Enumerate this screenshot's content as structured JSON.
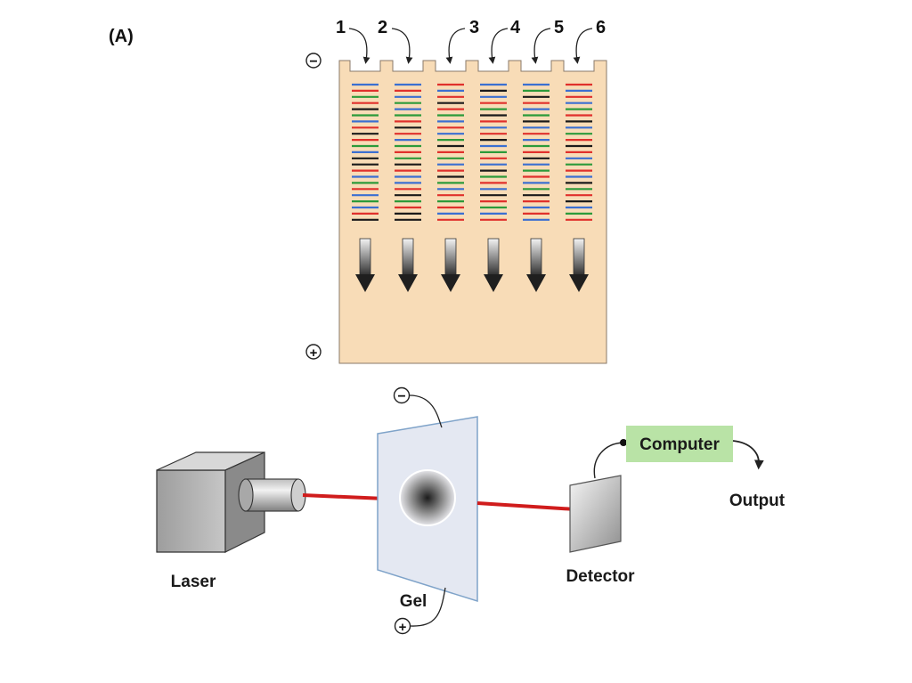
{
  "panel_label": "(A)",
  "lanes": [
    "1",
    "2",
    "3",
    "4",
    "5",
    "6"
  ],
  "gel_top_sign": "−",
  "gel_bottom_sign": "+",
  "band_colors": {
    "red": "#e0302c",
    "blue": "#3b6fd1",
    "green": "#2c9a3a",
    "black": "#1a1a1a"
  },
  "gel_color": "#f8dcb7",
  "labels": {
    "laser": "Laser",
    "gel": "Gel",
    "detector": "Detector",
    "computer": "Computer",
    "output": "Output",
    "minus": "−",
    "plus": "+"
  },
  "lane_bands": [
    [
      "blue",
      "red",
      "green",
      "red",
      "black",
      "green",
      "blue",
      "red",
      "black",
      "red",
      "green",
      "blue",
      "black",
      "black",
      "red",
      "blue",
      "green",
      "red",
      "blue",
      "green",
      "blue",
      "red",
      "black"
    ],
    [
      "blue",
      "red",
      "blue",
      "green",
      "blue",
      "green",
      "red",
      "black",
      "red",
      "blue",
      "green",
      "red",
      "green",
      "black",
      "red",
      "blue",
      "blue",
      "red",
      "black",
      "green",
      "red",
      "black",
      "black"
    ],
    [
      "red",
      "blue",
      "red",
      "black",
      "red",
      "green",
      "blue",
      "red",
      "blue",
      "green",
      "black",
      "red",
      "green",
      "blue",
      "red",
      "black",
      "green",
      "blue",
      "red",
      "green",
      "red",
      "blue",
      "red"
    ],
    [
      "blue",
      "black",
      "blue",
      "red",
      "green",
      "black",
      "red",
      "blue",
      "red",
      "black",
      "blue",
      "green",
      "red",
      "blue",
      "black",
      "green",
      "red",
      "blue",
      "black",
      "red",
      "green",
      "blue",
      "red"
    ],
    [
      "blue",
      "green",
      "black",
      "red",
      "blue",
      "green",
      "black",
      "blue",
      "red",
      "blue",
      "green",
      "red",
      "black",
      "blue",
      "green",
      "red",
      "blue",
      "green",
      "black",
      "red",
      "blue",
      "red",
      "blue"
    ],
    [
      "red",
      "blue",
      "red",
      "blue",
      "green",
      "red",
      "black",
      "blue",
      "green",
      "red",
      "black",
      "red",
      "blue",
      "green",
      "red",
      "blue",
      "black",
      "green",
      "red",
      "black",
      "blue",
      "green",
      "red"
    ]
  ]
}
